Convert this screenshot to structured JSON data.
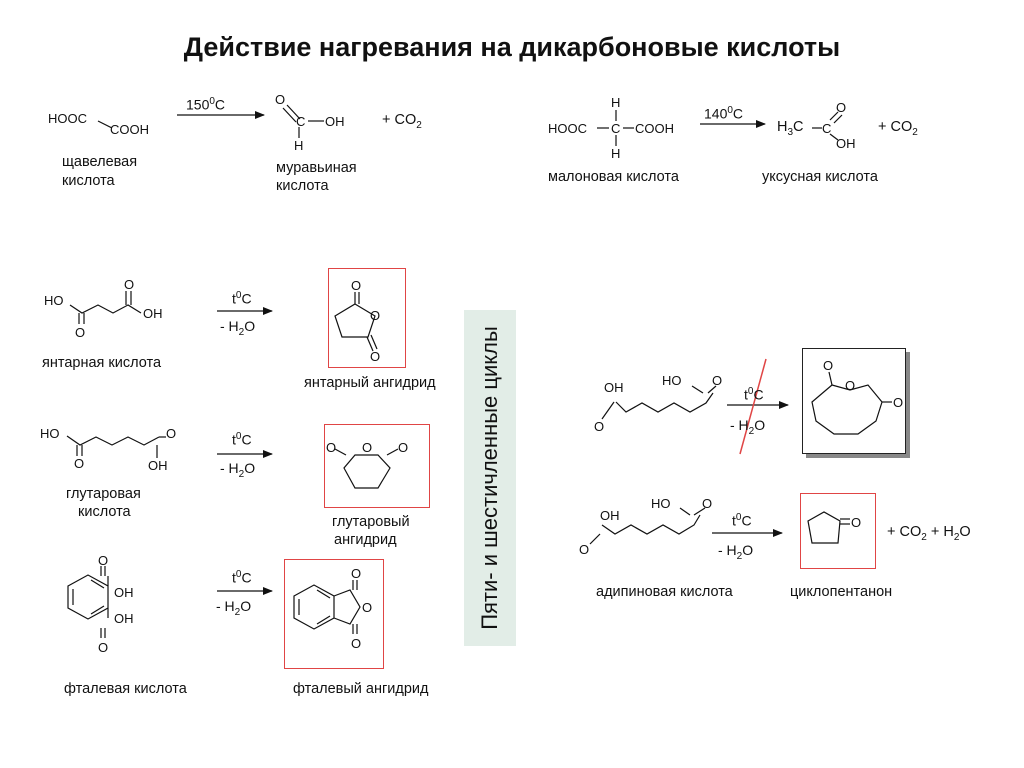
{
  "title": "Действие нагревания на дикарбоновые кислоты",
  "banner": "Пяти- и шестичленные циклы",
  "atoms": {
    "o": "O",
    "oh": "OH",
    "ho": "HO",
    "h": "H",
    "c": "C",
    "hooc": "HOOC",
    "cooh": "COOH",
    "plus": "+"
  },
  "oxalic": {
    "name_l1": "щавелевая",
    "name_l2": "кислота",
    "temp": "150",
    "temp_sup": "0",
    "temp_unit": "C",
    "product_l1": "муравьиная",
    "product_l2": "кислота",
    "co2": "+ CO",
    "co2_sub": "2"
  },
  "malonic": {
    "name": "малоновая кислота",
    "temp": "140",
    "temp_sup": "0",
    "temp_unit": "C",
    "product": "уксусная кислота",
    "h3": "H",
    "h3_sub": "3",
    "h3_c": "C",
    "co2": "+ CO",
    "co2_sub": "2"
  },
  "heat": {
    "t": "t",
    "sup": "0",
    "unit": "C",
    "minus": "- H",
    "sub": "2",
    "o": "O"
  },
  "succinic": {
    "name": "янтарная кислота",
    "product": "янтарный ангидрид"
  },
  "glutaric": {
    "name_l1": "глутаровая",
    "name_l2": "кислота",
    "product_l1": "глутаровый",
    "product_l2": "ангидрид"
  },
  "phthalic": {
    "name": "фталевая кислота",
    "product": "фталевый ангидрид"
  },
  "adipic": {
    "name": "адипиновая кислота",
    "product": "циклопентанон",
    "byproducts": "+ CO",
    "bp_sub1": "2",
    "bp_mid": " + H",
    "bp_sub2": "2",
    "bp_end": "O"
  }
}
